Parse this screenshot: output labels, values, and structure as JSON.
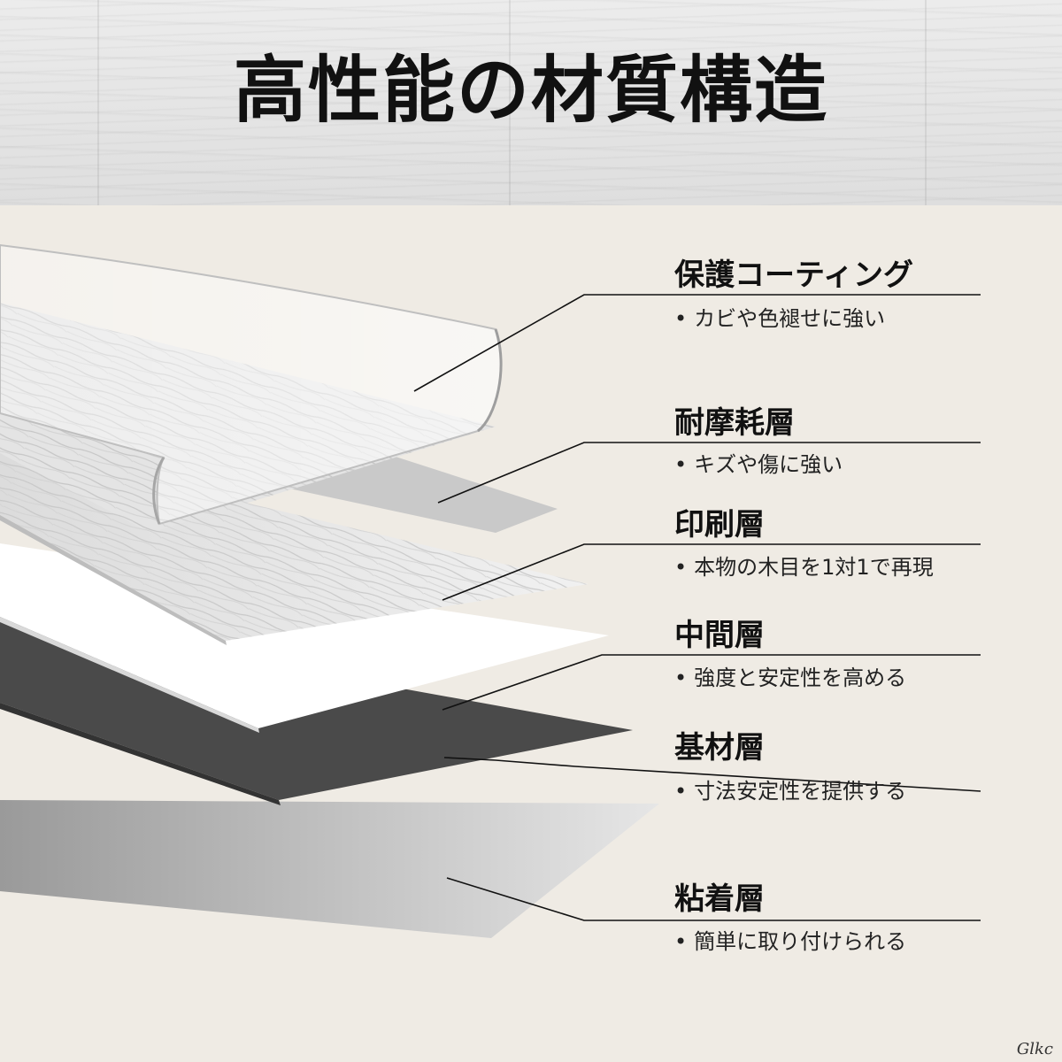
{
  "title": "高性能の材質構造",
  "layers": [
    {
      "name": "保護コーティング",
      "desc": "カビや色褪せに強い"
    },
    {
      "name": "耐摩耗層",
      "desc": "キズや傷に強い"
    },
    {
      "name": "印刷層",
      "desc": "本物の木目を1対1で再現"
    },
    {
      "name": "中間層",
      "desc": "強度と安定性を高める"
    },
    {
      "name": "基材層",
      "desc": "寸法安定性を提供する"
    },
    {
      "name": "粘着層",
      "desc": "簡単に取り付けられる"
    }
  ],
  "bullet": "•",
  "watermark": "Glkc",
  "colors": {
    "background": "#efebe4",
    "text": "#111111",
    "substrate": "#444444",
    "adhesive": "#d8d8d8",
    "middle": "#ffffff",
    "print": "#e6e6e6"
  }
}
